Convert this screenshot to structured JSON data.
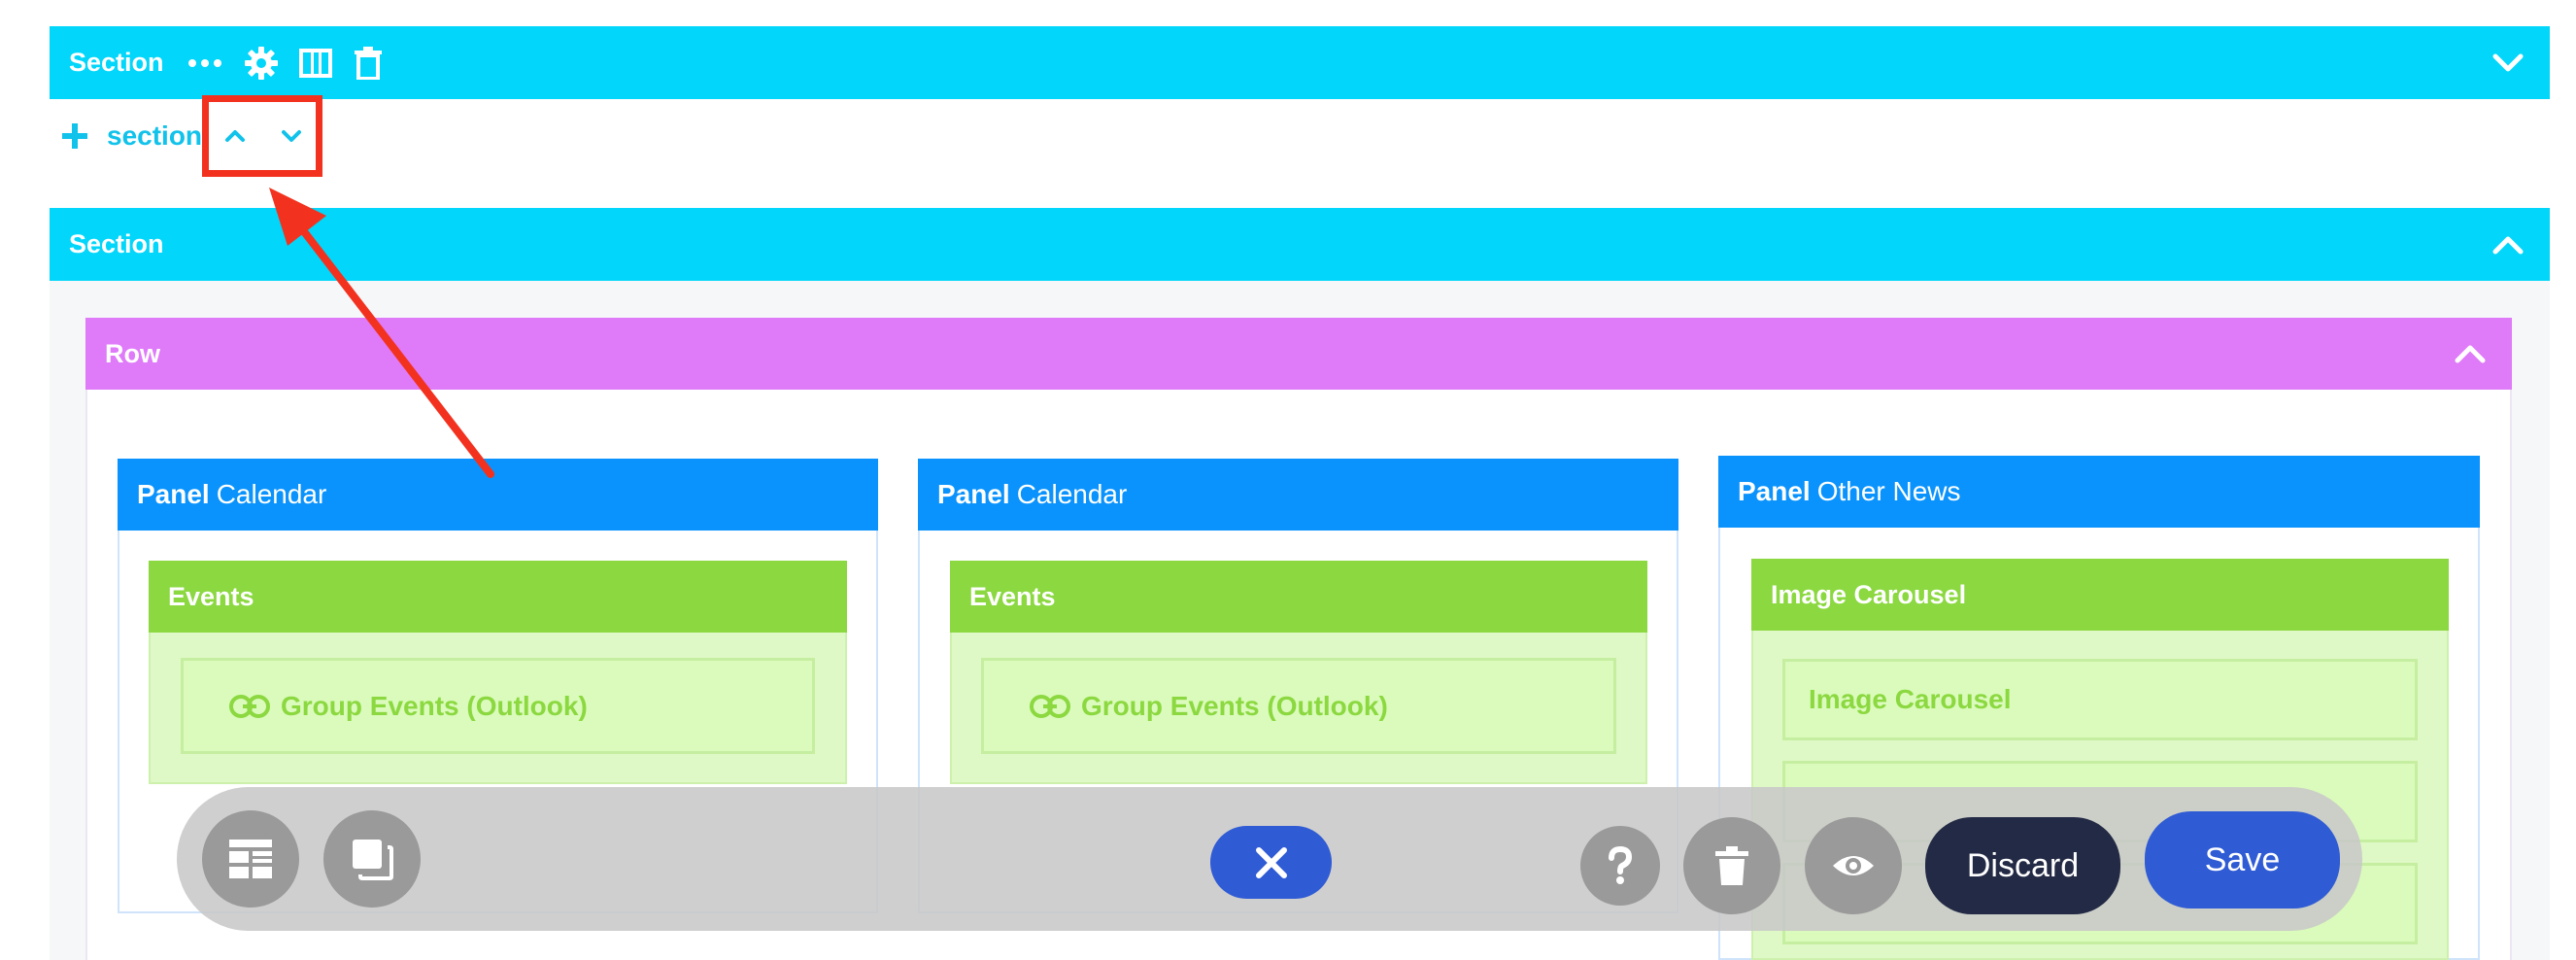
{
  "sections": [
    {
      "title": "Section",
      "add_label": "section"
    },
    {
      "title": "Section"
    }
  ],
  "row": {
    "title": "Row"
  },
  "panels": [
    {
      "label": "Panel",
      "name": "Calendar",
      "widget": "Events",
      "items": [
        "Group Events (Outlook)"
      ]
    },
    {
      "label": "Panel",
      "name": "Calendar",
      "widget": "Events",
      "items": [
        "Group Events (Outlook)"
      ]
    },
    {
      "label": "Panel",
      "name": "Other News",
      "widget": "Image Carousel",
      "items": [
        "Image Carousel",
        "",
        ""
      ]
    }
  ],
  "toolbar": {
    "discard_label": "Discard",
    "save_label": "Save"
  },
  "colors": {
    "section": "#02d6fa",
    "row": "#df7af9",
    "panel": "#0a93fc",
    "widget": "#8bd840",
    "highlight": "#f2321f",
    "save": "#2f5bd4",
    "discard": "#232a45"
  }
}
